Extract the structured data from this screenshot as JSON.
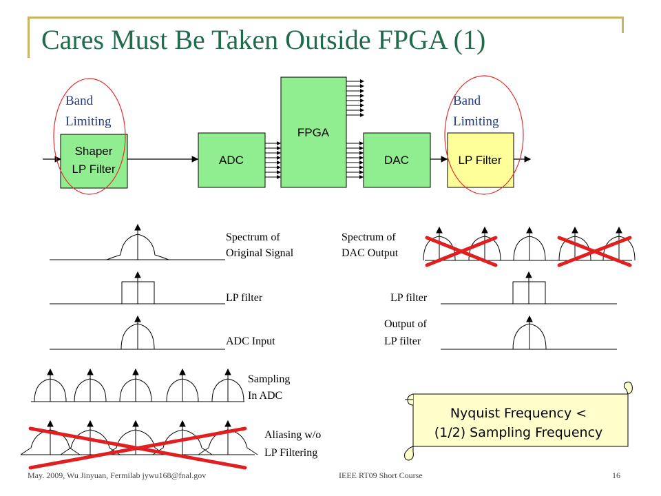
{
  "slide": {
    "title": "Cares Must Be Taken Outside FPGA (1)",
    "footer_left": "May. 2009, Wu Jinyuan, Fermilab jywu168@fnal.gov",
    "footer_center": "IEEE RT09 Short Course",
    "footer_page": "16"
  },
  "blocks": {
    "shaper_line1": "Shaper",
    "shaper_line2": "LP Filter",
    "adc": "ADC",
    "fpga": "FPGA",
    "dac": "DAC",
    "lp_filter": "LP Filter",
    "band_limiting_left": [
      "Band",
      "Limiting"
    ],
    "band_limiting_right": [
      "Band",
      "Limiting"
    ]
  },
  "labels": {
    "spectrum_original": [
      "Spectrum of",
      "Original  Signal"
    ],
    "lp_filter_left": "LP filter",
    "adc_input": "ADC Input",
    "sampling_in_adc": [
      "Sampling",
      "In ADC"
    ],
    "aliasing": [
      "Aliasing w/o",
      "LP Filtering"
    ],
    "spectrum_dac": [
      "Spectrum of",
      "DAC Output"
    ],
    "lp_filter_right": "LP filter",
    "output_lp_filter": [
      "Output of",
      "LP filter"
    ]
  },
  "note": {
    "line1": "Nyquist Frequency <",
    "line2": "(1/2) Sampling Frequency"
  },
  "colors": {
    "title": "#1f6b4a",
    "block_fill": "#90ee90",
    "lp_filter_fill": "#ffff99",
    "ellipse": "#e03030",
    "cross": "#e02020",
    "scroll_fill": "#ffffcc",
    "band_text": "#1f3a8a"
  }
}
